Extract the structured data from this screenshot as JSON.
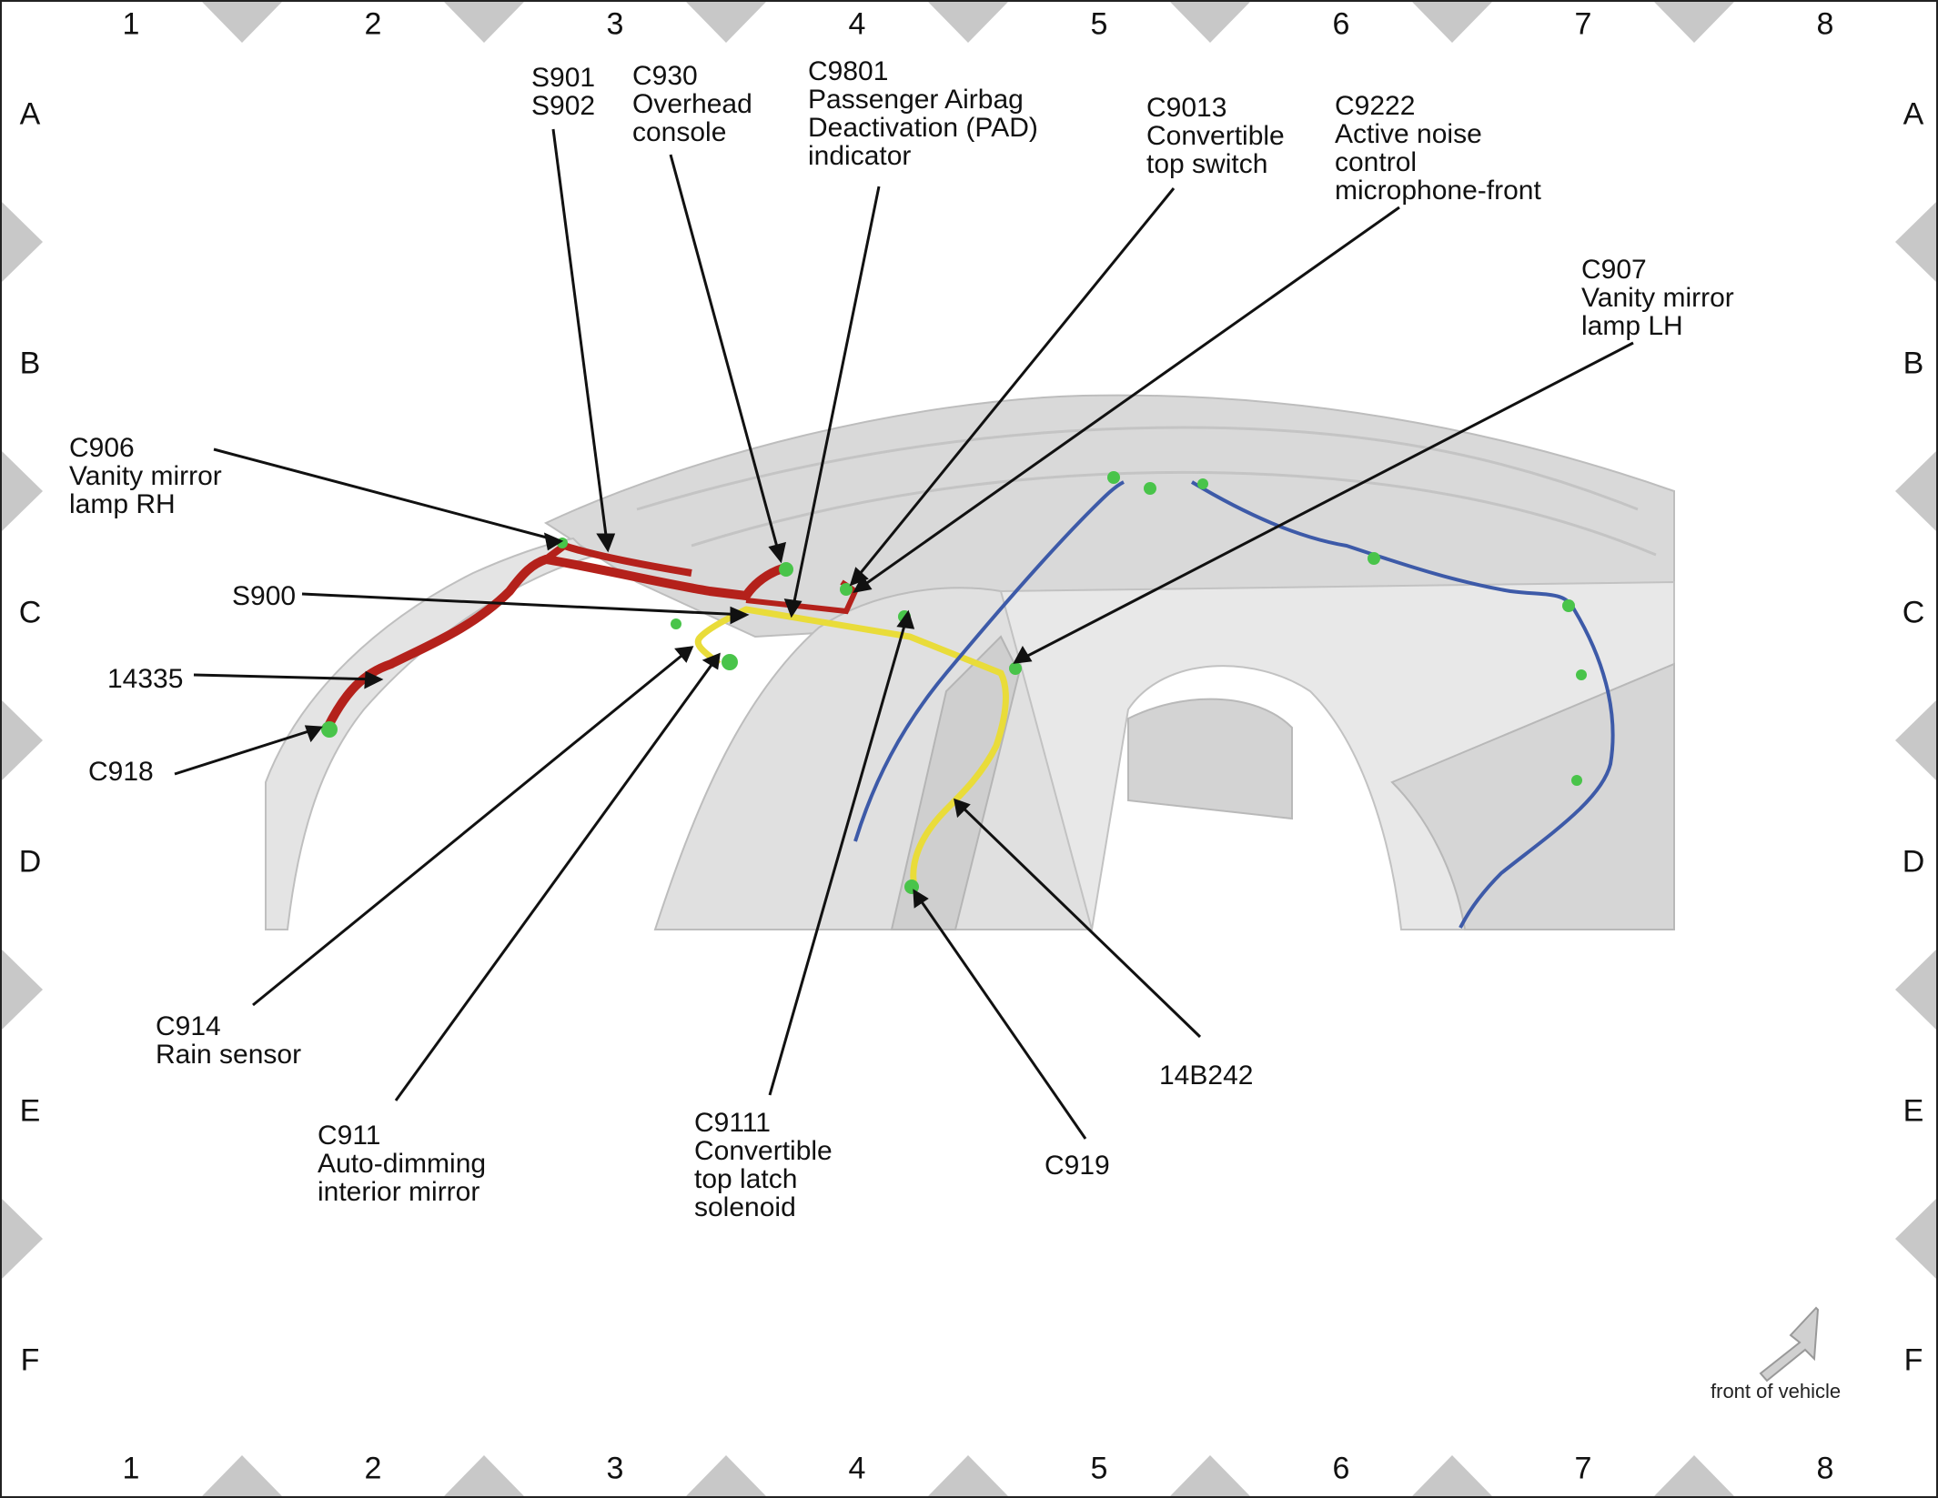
{
  "grid": {
    "columns": [
      "1",
      "2",
      "3",
      "4",
      "5",
      "6",
      "7",
      "8"
    ],
    "rows": [
      "A",
      "B",
      "C",
      "D",
      "E",
      "F"
    ]
  },
  "colors": {
    "harness_14335": "#b4211b",
    "harness_14B242": "#e9dc3a",
    "harness_blue": "#3d5aa8",
    "connector": "#49c44a",
    "body_panel": "#d9d9d9",
    "border_triangle": "#c8c8c8"
  },
  "labels": {
    "s901": "S901\nS902",
    "c930": "C930\nOverhead\nconsole",
    "c9801": "C9801\nPassenger Airbag\nDeactivation (PAD)\nindicator",
    "c9013": "C9013\nConvertible\ntop switch",
    "c9222": "C9222\nActive noise\ncontrol\nmicrophone-front",
    "c907": "C907\nVanity mirror\nlamp LH",
    "c906": "C906\nVanity mirror\nlamp RH",
    "s900": "S900",
    "h14335": "14335",
    "c918": "C918",
    "c914": "C914\nRain sensor",
    "c911": "C911\nAuto-dimming\ninterior mirror",
    "c9111": "C9111\nConvertible\ntop latch\nsolenoid",
    "c919": "C919",
    "h14b242": "14B242"
  },
  "orientation": {
    "icon": "arrow-icon",
    "label": "front of vehicle"
  }
}
